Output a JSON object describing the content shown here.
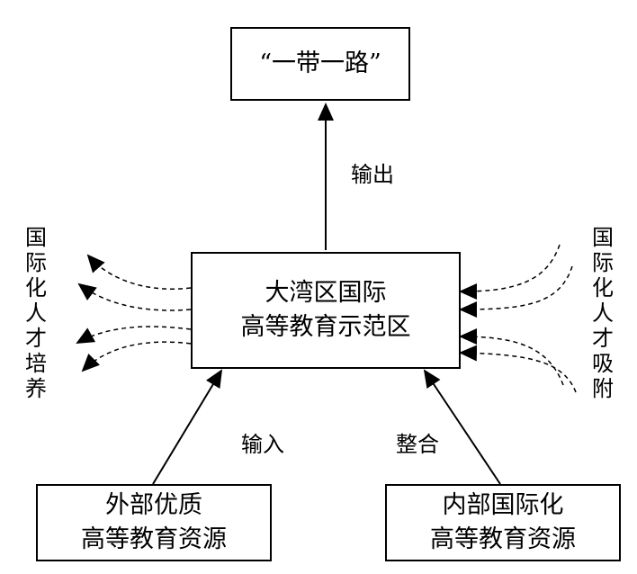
{
  "top_box": {
    "text": "“一带一路”"
  },
  "center_box": {
    "line1": "大湾区国际",
    "line2": "高等教育示范区"
  },
  "bottom_left_box": {
    "line1": "外部优质",
    "line2": "高等教育资源"
  },
  "bottom_right_box": {
    "line1": "内部国际化",
    "line2": "高等教育资源"
  },
  "labels": {
    "output": "输出",
    "input": "输入",
    "integrate": "整合",
    "left_vertical": "国际化人才培养",
    "right_vertical": "国际化人才吸附"
  }
}
